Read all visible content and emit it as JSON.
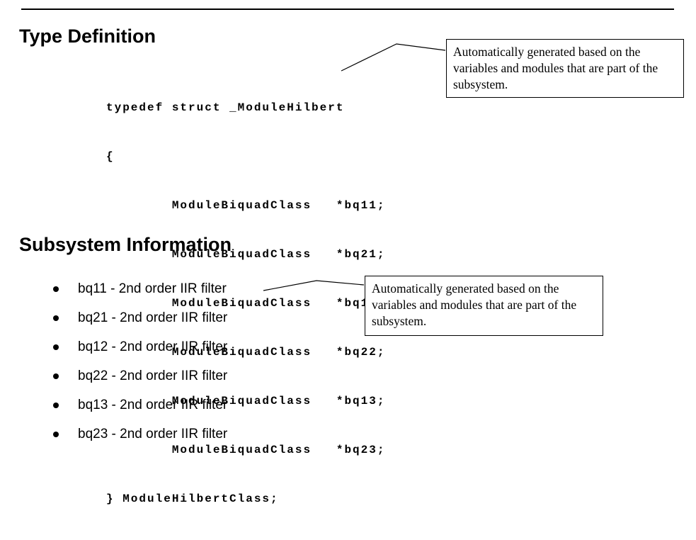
{
  "headings": {
    "type_definition": "Type Definition",
    "subsystem_information": "Subsystem Information"
  },
  "code": {
    "lines": [
      "typedef struct _ModuleHilbert",
      "{",
      "        ModuleBiquadClass   *bq11;",
      "        ModuleBiquadClass   *bq21;",
      "        ModuleBiquadClass   *bq12;",
      "        ModuleBiquadClass   *bq22;",
      "        ModuleBiquadClass   *bq13;",
      "        ModuleBiquadClass   *bq23;",
      "} ModuleHilbertClass;"
    ]
  },
  "callouts": {
    "type_definition_note": "Automatically generated based on the variables and modules that are part of the subsystem.",
    "subsystem_note": "Automatically generated based on the variables and modules that are part of the subsystem."
  },
  "bullets": [
    "bq11 - 2nd order IIR filter",
    "bq21 - 2nd order IIR filter",
    "bq12 - 2nd order IIR filter",
    "bq22 - 2nd order IIR filter",
    "bq13 - 2nd order IIR filter",
    "bq23 - 2nd order IIR filter"
  ]
}
